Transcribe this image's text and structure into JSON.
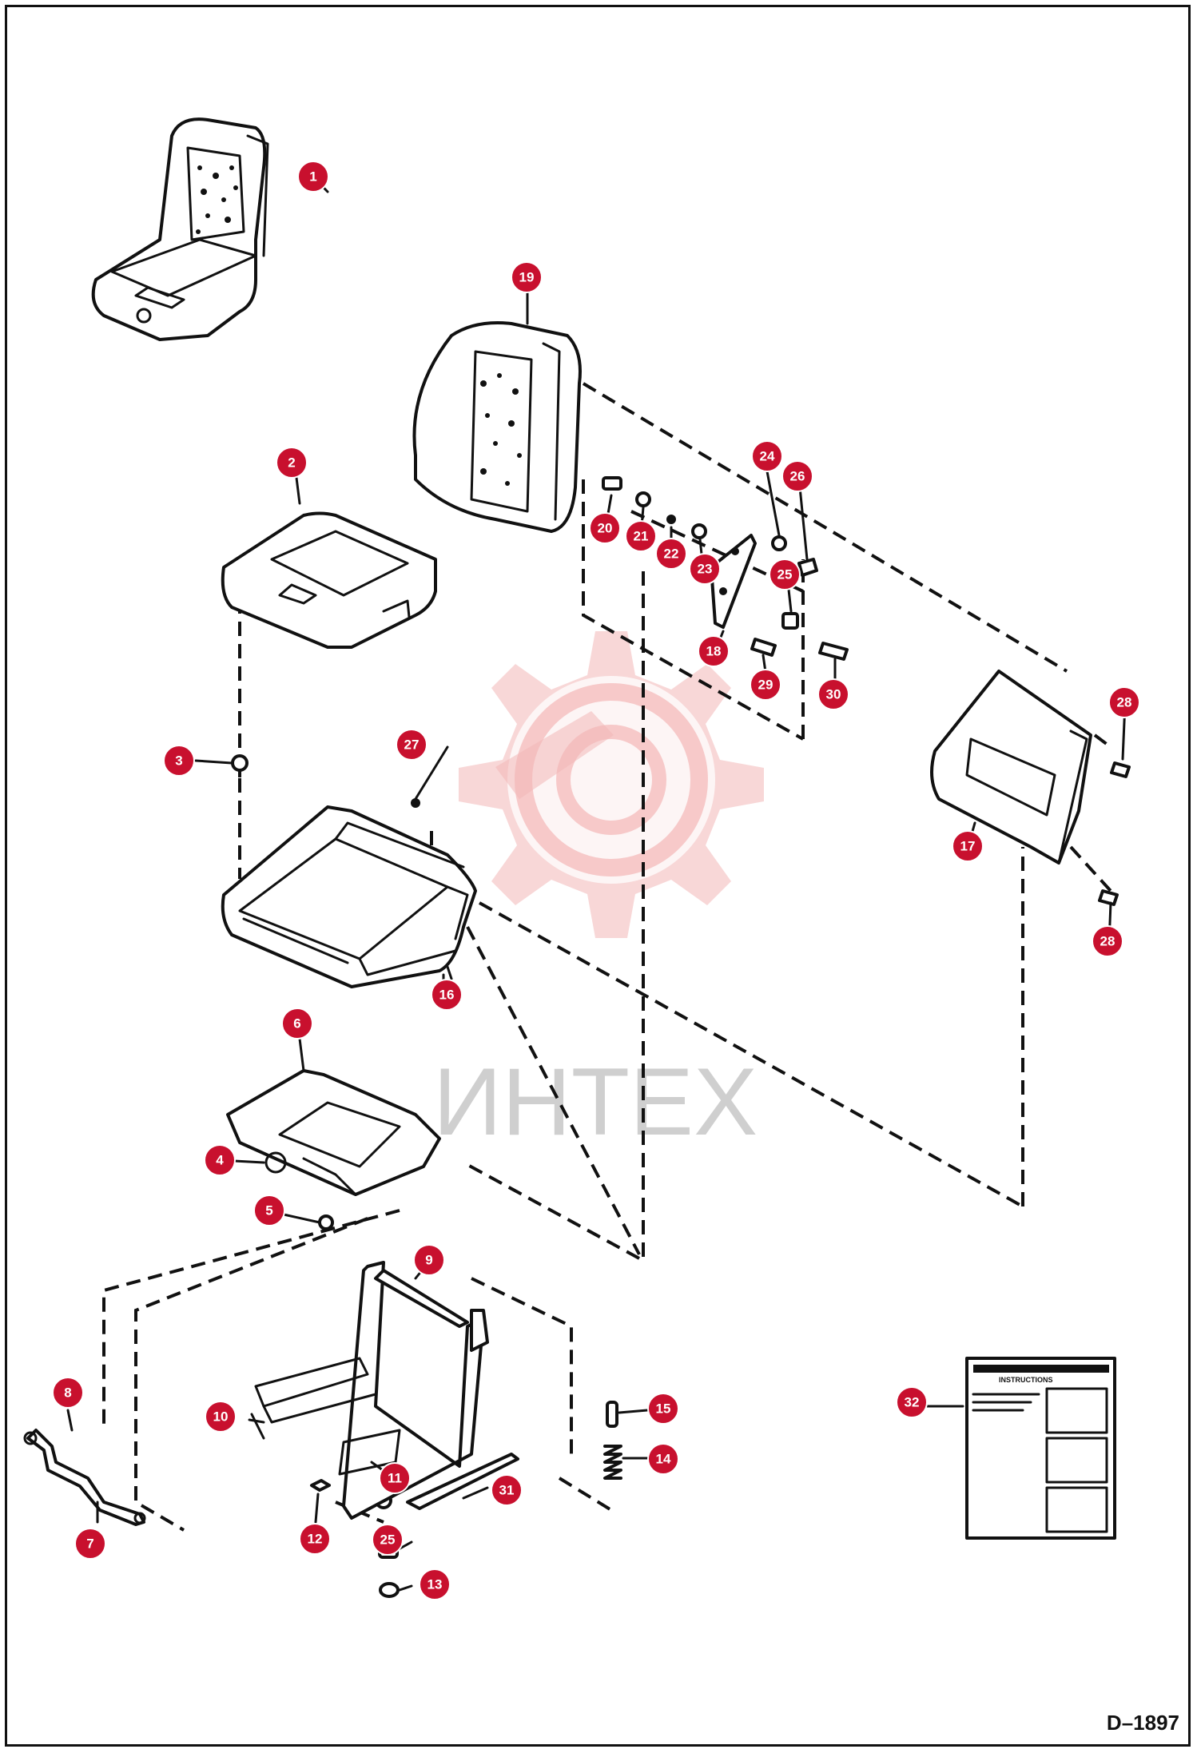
{
  "watermark": {
    "text": "ИНТЕХ"
  },
  "drawing_number": "D–1897",
  "instructions_label": "INSTRUCTIONS",
  "colors": {
    "callout": "#c8102e",
    "watermark_gear": "#f3b7b7",
    "line": "#111111"
  },
  "callouts": [
    {
      "id": "callout-1",
      "label": "1"
    },
    {
      "id": "callout-2",
      "label": "2"
    },
    {
      "id": "callout-3",
      "label": "3"
    },
    {
      "id": "callout-4",
      "label": "4"
    },
    {
      "id": "callout-5",
      "label": "5"
    },
    {
      "id": "callout-6",
      "label": "6"
    },
    {
      "id": "callout-7",
      "label": "7"
    },
    {
      "id": "callout-8",
      "label": "8"
    },
    {
      "id": "callout-9",
      "label": "9"
    },
    {
      "id": "callout-10",
      "label": "10"
    },
    {
      "id": "callout-11",
      "label": "11"
    },
    {
      "id": "callout-12",
      "label": "12"
    },
    {
      "id": "callout-13",
      "label": "13"
    },
    {
      "id": "callout-14",
      "label": "14"
    },
    {
      "id": "callout-15",
      "label": "15"
    },
    {
      "id": "callout-16",
      "label": "16"
    },
    {
      "id": "callout-17",
      "label": "17"
    },
    {
      "id": "callout-18",
      "label": "18"
    },
    {
      "id": "callout-19",
      "label": "19"
    },
    {
      "id": "callout-20",
      "label": "20"
    },
    {
      "id": "callout-21",
      "label": "21"
    },
    {
      "id": "callout-22",
      "label": "22"
    },
    {
      "id": "callout-23",
      "label": "23"
    },
    {
      "id": "callout-24",
      "label": "24"
    },
    {
      "id": "callout-25a",
      "label": "25"
    },
    {
      "id": "callout-26",
      "label": "26"
    },
    {
      "id": "callout-27",
      "label": "27"
    },
    {
      "id": "callout-28a",
      "label": "28"
    },
    {
      "id": "callout-28b",
      "label": "28"
    },
    {
      "id": "callout-29",
      "label": "29"
    },
    {
      "id": "callout-30",
      "label": "30"
    },
    {
      "id": "callout-31",
      "label": "31"
    },
    {
      "id": "callout-32",
      "label": "32"
    },
    {
      "id": "callout-25b",
      "label": "25"
    }
  ]
}
